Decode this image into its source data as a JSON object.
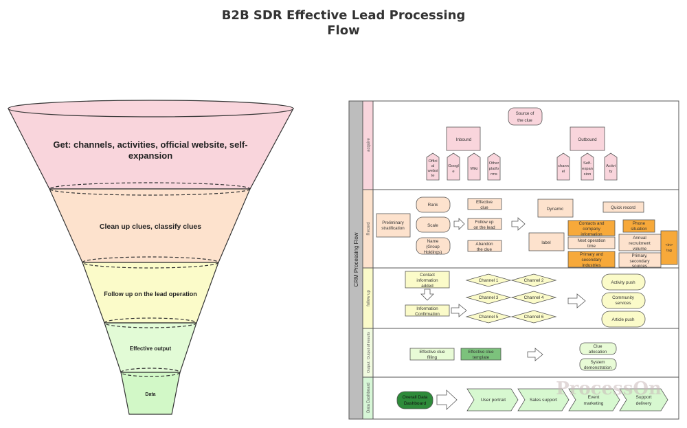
{
  "title": [
    "B2B SDR Effective Lead Processing",
    "Flow"
  ],
  "funnel": {
    "stage1": [
      "Get: channels, activities, official website, self-",
      "expansion"
    ],
    "stage2": "Clean up clues, classify clues",
    "stage3": "Follow up on the lead operation",
    "stage4": "Effective output",
    "stage5": "Data"
  },
  "pool": {
    "name": "CRM Processing Flow",
    "lanes": [
      "acquire",
      "Record",
      "follow up",
      "Output: Output of results",
      "Data Dashboard"
    ]
  },
  "acquire": {
    "source": [
      "Source of",
      "the clue"
    ],
    "inbound": "Inbound",
    "outbound": "Outbound",
    "in_items": [
      [
        "Offici",
        "al",
        "websi",
        "te"
      ],
      [
        "Googl",
        "e"
      ],
      [
        "Wiki"
      ],
      [
        "Other",
        "platfo",
        "rms"
      ]
    ],
    "out_items": [
      [
        "chann",
        "el"
      ],
      [
        "Self-",
        "expan",
        "sion"
      ],
      [
        "Activi",
        "ty"
      ]
    ]
  },
  "record": {
    "prelim": [
      "Preliminary",
      "stratification"
    ],
    "rank": "Rank",
    "scale": "Scale",
    "name": [
      "Name",
      "(Group",
      "Holdings)"
    ],
    "effective": [
      "Effective",
      "clue"
    ],
    "follow": [
      "Follow up",
      "on the lead"
    ],
    "abandon": [
      "Abandon",
      "the clue"
    ],
    "dynamic": "Dynamic",
    "quick": "Quick record",
    "label": "label",
    "contacts": [
      "Contacts and",
      "company",
      "information"
    ],
    "phone": [
      "Phone",
      "situation"
    ],
    "next": [
      "Next operation",
      "time"
    ],
    "annual": [
      "Annual",
      "recruitment",
      "volume"
    ],
    "primary": [
      "Primary and",
      "secondary",
      "industries"
    ],
    "primary2": [
      "Primary,",
      "secondary",
      "sources"
    ],
    "tag": [
      "<tn>",
      "tag"
    ]
  },
  "followup": {
    "contact": [
      "Contact",
      "information",
      "added"
    ],
    "confirm": [
      "Information",
      "Confirmation"
    ],
    "channels": [
      "Channel 1",
      "Channel 2",
      "Channel 3",
      "Channel 4",
      "Channel 5",
      "Channel 6"
    ],
    "activity": "Activity push",
    "community": [
      "Community",
      "services"
    ],
    "article": "Article push"
  },
  "output": {
    "filling": [
      "Effective clue",
      "filling"
    ],
    "template": [
      "Effective clue",
      "template"
    ],
    "allocation": [
      "Clue",
      "allocation"
    ],
    "demo": [
      "System",
      "demonstration"
    ]
  },
  "dashboard": {
    "overall": [
      "Overall Data",
      "Dashboard"
    ],
    "steps": [
      [
        "User portrait"
      ],
      [
        "Sales support"
      ],
      [
        "Event",
        "marketing"
      ],
      [
        "Support",
        "delivery"
      ]
    ]
  },
  "watermark": "ProcessOn",
  "colors": {
    "pink": "#f9d5dc",
    "peach": "#fde2cd",
    "yellow": "#fbfbc9",
    "green": "#e2fbd6",
    "orange": "#f7a93a",
    "darkgreen": "#2e8b3a",
    "pool": "#bdbdbd"
  }
}
